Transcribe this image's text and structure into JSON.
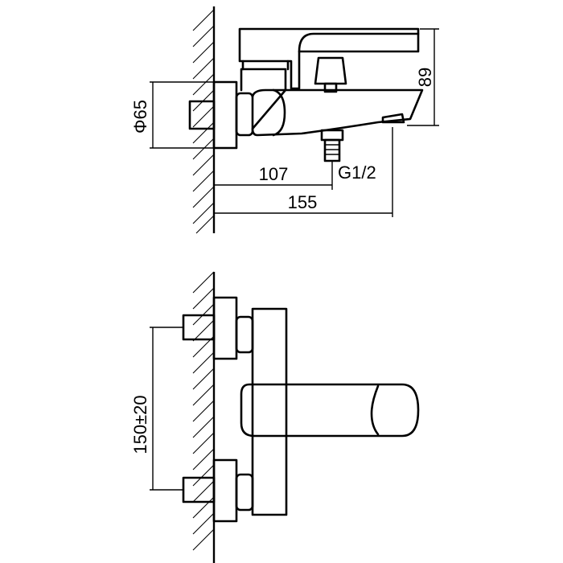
{
  "drawing": {
    "dimensions": {
      "diameter": "Φ65",
      "height": "89",
      "inlet_to_center": "107",
      "thread": "G1/2",
      "overall_length": "155",
      "center_distance": "150±20"
    }
  }
}
